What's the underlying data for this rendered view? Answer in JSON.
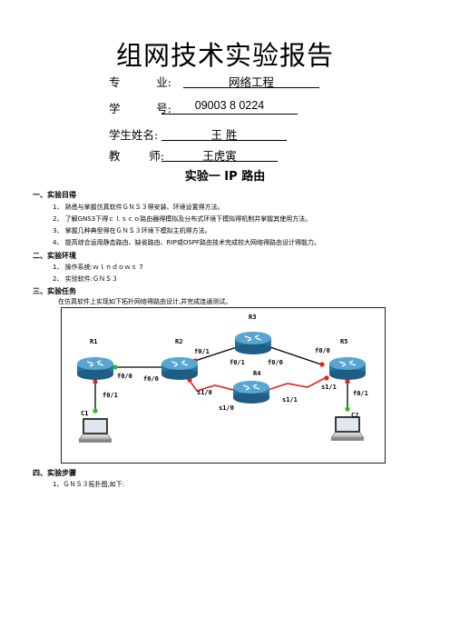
{
  "doc": {
    "title": "组网技术实验报告",
    "info": [
      {
        "label": "专          业:",
        "value": "网络工程"
      },
      {
        "label": "学          号:",
        "value": "09003 8 0224"
      },
      {
        "label": "学生姓名:",
        "value": "王  胜"
      },
      {
        "label": "教        师:",
        "value": "王虎寅"
      }
    ],
    "experiment_title": "实验一  IP 路由",
    "sections": {
      "s1": {
        "heading": "一、实验目得",
        "items": [
          "1、 熟悉与掌握仿真软件ＧＮＳ３得安装、环境设置得方法。",
          "2、 了解GNS3下得ｃｌｓｃｏ路由器得模拟及分布式环境下模拟得机制并掌握其使用方法。",
          "3、 掌握几种典型得在ＧＮＳ３环境下模拟主机得方法。",
          "4、 提高综合运用静态路由、缺省路由、RIP或OSPF路由技术完成较大网络得路由设计得能力。"
        ]
      },
      "s2": {
        "heading": "二、实验环境",
        "items": [
          "1、 操作系统:ｗｌｎｄｏｗｓ  7",
          "2、 实验软件:ＧＮＳ３"
        ]
      },
      "s3": {
        "heading": "三、实验任务",
        "text": "在仿真软件上实现如下拓扑网络得路由设计,并完成连通测试。"
      },
      "s4": {
        "heading": "四、实验步骤",
        "items": [
          "1、ＧＮＳ３拓扑图,如下:"
        ]
      }
    }
  },
  "topology": {
    "routers": {
      "r1": "R1",
      "r2": "R2",
      "r3": "R3",
      "r4": "R4",
      "r5": "R5"
    },
    "hosts": {
      "c1": "C1",
      "c2": "C2"
    },
    "interfaces": {
      "r1_f00": "f0/0",
      "r2_f00": "f0/0",
      "r2_f01": "f0/1",
      "r3_f01": "f0/1",
      "r3_f00": "f0/0",
      "r5_f00": "f0/0",
      "r2_s10": "s1/0",
      "r4_s10": "s1/0",
      "r4_s11": "s1/1",
      "r5_s11": "s1/1",
      "r1_f01": "f0/1",
      "r5_f01": "f0/1"
    },
    "colors": {
      "ethernet": "#000000",
      "serial": "#e8201c",
      "status_up": "#22c21a",
      "status_down": "#e8201c",
      "router_top": "#4a9dc9",
      "router_body": "#2a6f9a"
    }
  }
}
